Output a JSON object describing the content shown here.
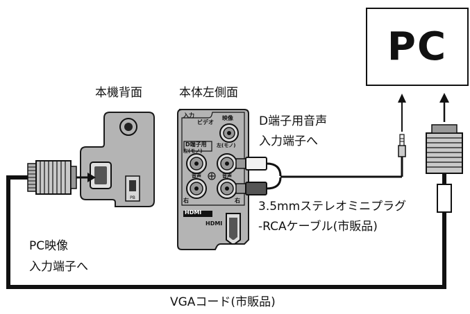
{
  "labels": {
    "pc": "PC",
    "rear_panel": "本機背面",
    "left_side_panel": "本体左側面",
    "d_terminal_audio_line1": "D端子用音声",
    "d_terminal_audio_line2": "入力端子へ",
    "stereo_cable_line1": "3.5mmステレオミニプラグ",
    "stereo_cable_line2": "-RCAケーブル(市販品)",
    "pc_video_line1": "PC映像",
    "pc_video_line2": "入力端子へ",
    "vga_cord": "VGAコード(市販品)"
  },
  "panel_text": {
    "input": "入力",
    "video": "ビデオ",
    "eizo": "映像",
    "d_terminal": "D端子用",
    "left_mono_top": "左(モノ)",
    "left_mono_top2": "左(モノ)",
    "audio_l": "音声",
    "audio_r": "音声",
    "right_1": "右",
    "right_2": "右",
    "hdmi_logo": "HDMI",
    "hdmi_small": "HDMI"
  },
  "colors": {
    "panel_fill": "#b4b4b4",
    "panel_stroke": "#1a1a1a",
    "cable": "#111111",
    "background": "#ffffff"
  }
}
